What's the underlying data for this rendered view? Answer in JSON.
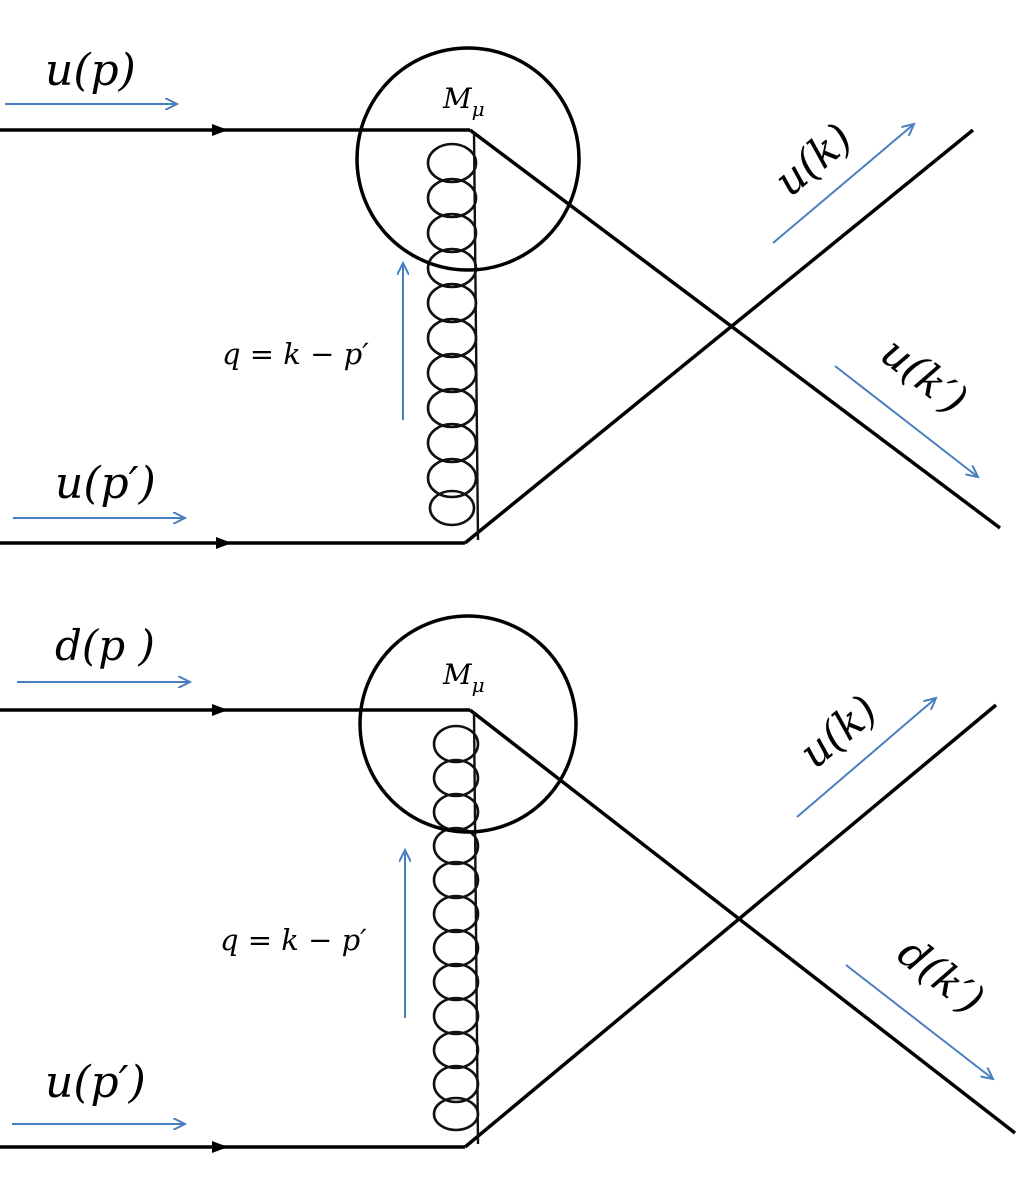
{
  "diagrams": [
    {
      "incoming_top": "u(p)",
      "incoming_bottom": "u(p′)",
      "vertex_label": "Mμ",
      "vertex_symbol": "M",
      "vertex_subscript": "μ",
      "exchange_label": "q = k  − p′",
      "outgoing_upper": "u(k)",
      "outgoing_lower": "u(k′)"
    },
    {
      "incoming_top": "d(p )",
      "incoming_bottom": "u(p′)",
      "vertex_label": "Mμ",
      "vertex_symbol": "M",
      "vertex_subscript": "μ",
      "exchange_label": "q = k  − p′",
      "outgoing_upper": "u(k)",
      "outgoing_lower": "d(k′)"
    }
  ],
  "colors": {
    "line": "#000000",
    "momentum_arrow": "#4a7fbf",
    "background": "#ffffff"
  }
}
